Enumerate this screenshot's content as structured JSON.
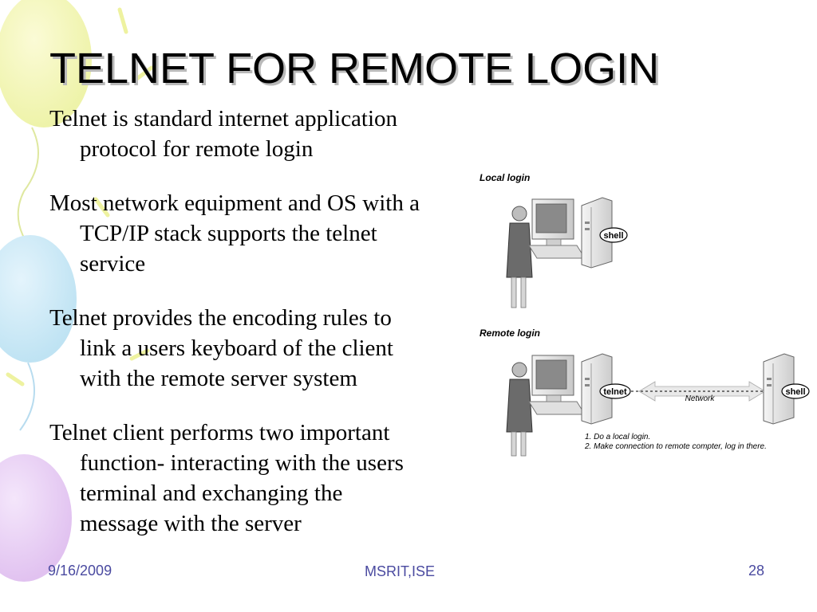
{
  "slide": {
    "title": "TELNET FOR REMOTE LOGIN",
    "paragraphs": [
      "Telnet is standard internet application protocol for remote login",
      "Most network equipment  and OS with a TCP/IP stack supports the telnet service",
      "Telnet provides the encoding rules to link a users keyboard of the client with the remote server system",
      "Telnet client performs two important function- interacting with the users terminal and exchanging the message with the server"
    ]
  },
  "diagram": {
    "local_login_label": "Local login",
    "remote_login_label": "Remote login",
    "shell_label": "shell",
    "telnet_label": "telnet",
    "network_label": "Network",
    "remote_shell_label": "shell",
    "step_1": "1. Do a local login.",
    "step_2": "2. Make connection to remote compter, log in there."
  },
  "footer": {
    "date": "9/16/2009",
    "org": "MSRIT,ISE",
    "page": "28"
  },
  "colors": {
    "footer_text": "#4a4aa0",
    "title_shadow": "#b9b9b9"
  }
}
